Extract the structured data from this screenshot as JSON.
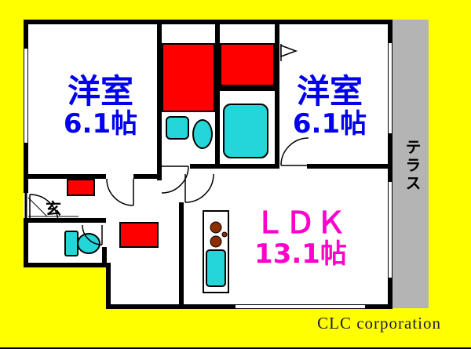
{
  "plan": {
    "rooms": {
      "bedroom_left": {
        "label": "洋室",
        "size": "6.1帖"
      },
      "bedroom_right": {
        "label": "洋室",
        "size": "6.1帖"
      },
      "ldk": {
        "label": "ＬＤＫ",
        "size": "13.1帖"
      }
    },
    "terrace_label": "テラス",
    "entrance_label": "玄",
    "fixtures": [
      "bathtub",
      "washing-machine",
      "washbasin",
      "toilet",
      "kitchen-sink",
      "stove-burners"
    ],
    "colors": {
      "background": "#ffff00",
      "wall": "#000000",
      "closet": "#fe0000",
      "fixture": "#25d6d9",
      "terrace": "#b4b4b4",
      "room_label": "#0000ee",
      "ldk_label": "#ff00cc",
      "credit_text": "#1a1a3c"
    }
  },
  "footer": {
    "credit": "CLC corporation"
  }
}
